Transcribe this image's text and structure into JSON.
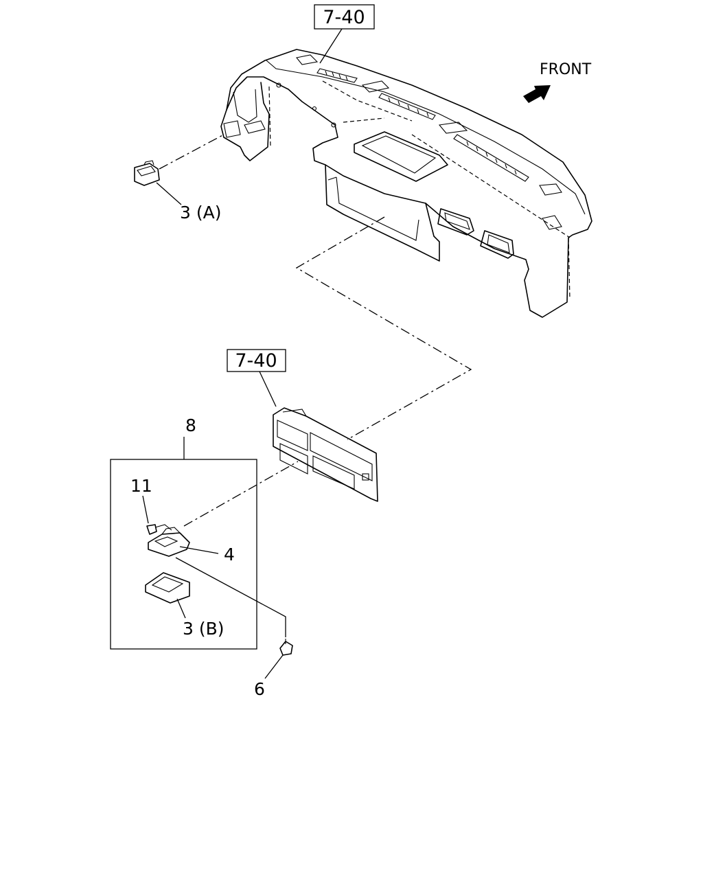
{
  "orientation": {
    "label": "FRONT"
  },
  "references": {
    "upper": "7-40",
    "lower": "7-40"
  },
  "callouts": {
    "p3a": "3 (A)",
    "p8": "8",
    "p11": "11",
    "p4": "4",
    "p3b": "3 (B)",
    "p6": "6"
  },
  "icons": {
    "front_arrow": "arrow-icon"
  }
}
